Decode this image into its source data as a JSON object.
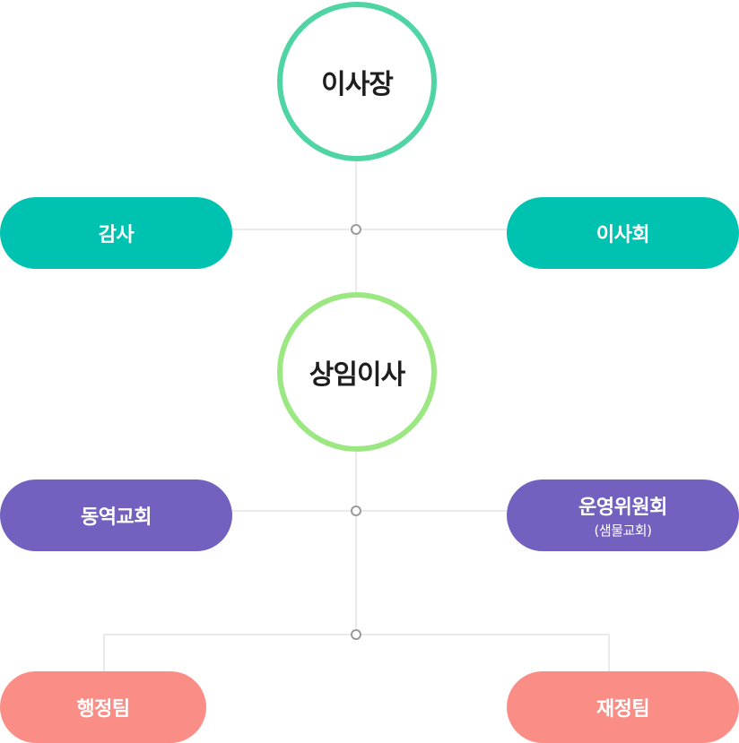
{
  "nodes": {
    "chairman": "이사장",
    "auditor": "감사",
    "board": "이사회",
    "executive_director": "상임이사",
    "east_church": "동역교회",
    "operating_committee": "운영위원회",
    "operating_committee_sub": "(샘물교회)",
    "admin_team": "행정팀",
    "finance_team": "재정팀"
  },
  "colors": {
    "chairman_ring": "#4fd4a4",
    "executive_ring": "#9be883",
    "teal": "#00c2b0",
    "purple": "#7360bf",
    "salmon": "#fa8d86",
    "connector": "#d6d6d6",
    "junction": "#9a9a9a"
  }
}
